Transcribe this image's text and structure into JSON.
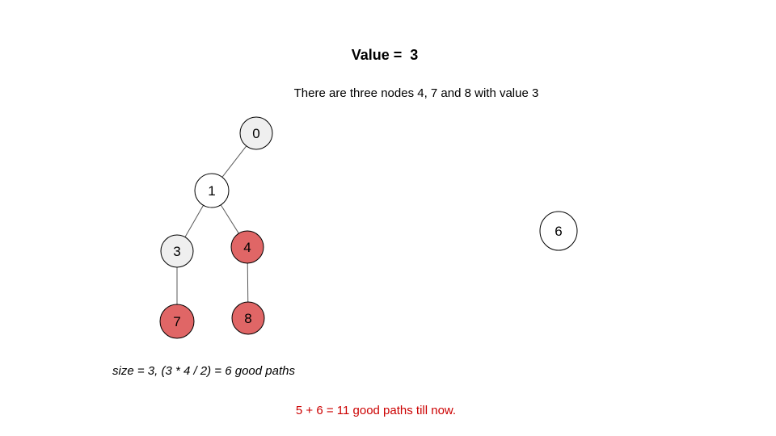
{
  "title": "Value =  3",
  "subtitle": "There are three nodes 4, 7 and 8 with value 3",
  "formula": "size = 3, (3 * 4 / 2) = 6 good paths",
  "summary": "5 + 6 = 11 good paths till now.",
  "colors": {
    "highlight_fill": "#e06666",
    "default_fill": "#efefef",
    "white_fill": "#ffffff",
    "summary_text": "#cc0000",
    "edge": "#595959"
  },
  "nodes": [
    {
      "id": "0",
      "label": "0",
      "state": "default"
    },
    {
      "id": "1",
      "label": "1",
      "state": "white"
    },
    {
      "id": "3",
      "label": "3",
      "state": "default"
    },
    {
      "id": "4",
      "label": "4",
      "state": "highlight"
    },
    {
      "id": "7",
      "label": "7",
      "state": "highlight"
    },
    {
      "id": "8",
      "label": "8",
      "state": "highlight"
    },
    {
      "id": "6",
      "label": "6",
      "state": "white"
    }
  ],
  "edges": [
    {
      "from": "0",
      "to": "1"
    },
    {
      "from": "1",
      "to": "3"
    },
    {
      "from": "1",
      "to": "4"
    },
    {
      "from": "3",
      "to": "7"
    },
    {
      "from": "4",
      "to": "8"
    }
  ]
}
